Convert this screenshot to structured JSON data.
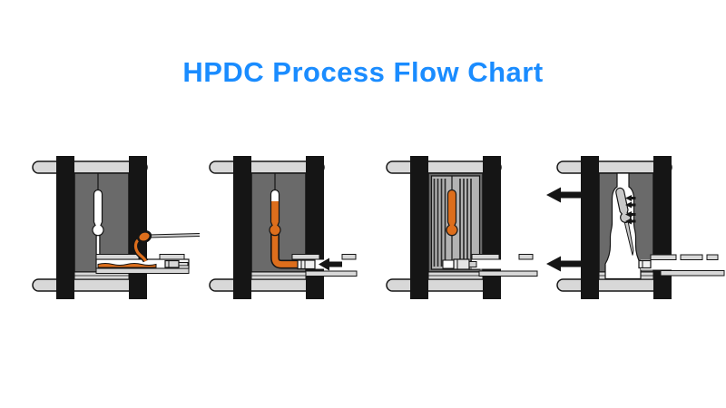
{
  "page": {
    "title": "HPDC Process Flow Chart"
  },
  "colors": {
    "accent": "#1a8cff",
    "ink": "#151515",
    "mold": "#6a6a6a",
    "inner": "#b3b3b3",
    "bar": "#d8d8d8",
    "metal": "#dd6e1c",
    "part": "#c8c8c8",
    "bg": "#ffffff"
  },
  "stages": [
    {
      "name": "stage-1-die-closed-ladle-pouring"
    },
    {
      "name": "stage-2-plunger-injection"
    },
    {
      "name": "stage-3-solidification-cooling"
    },
    {
      "name": "stage-4-die-open-part-ejection"
    }
  ]
}
